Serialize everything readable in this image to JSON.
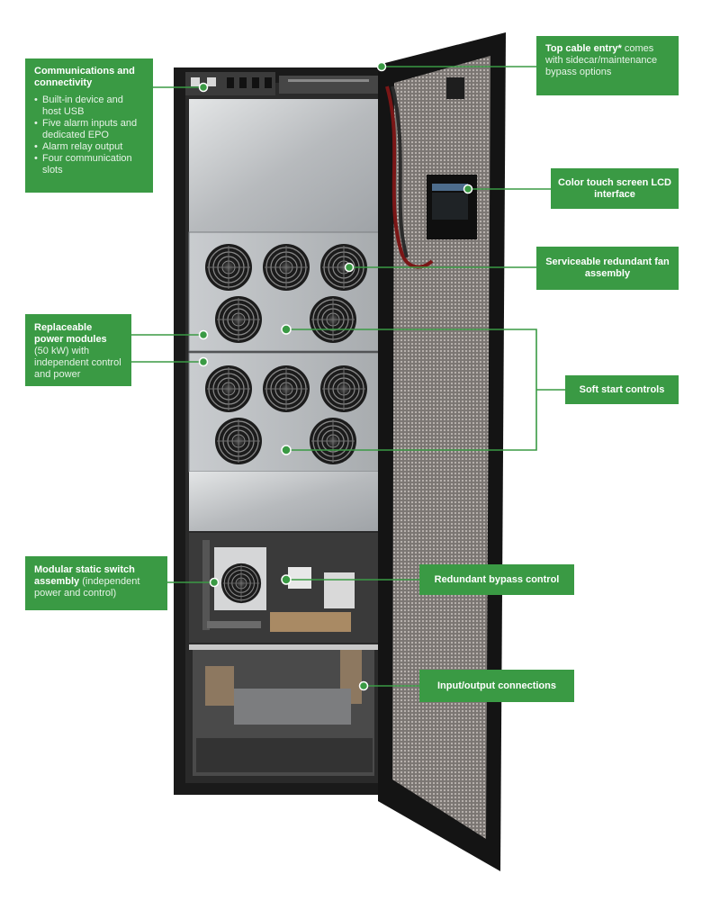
{
  "callouts": {
    "communications": {
      "title": "Communications and connectivity",
      "bullets": [
        "Built-in device and host USB",
        "Five alarm inputs and dedicated EPO",
        "Alarm relay output",
        "Four communication slots"
      ]
    },
    "top_cable": {
      "title": "Top cable entry*",
      "desc": "comes with sidecar/maintenance bypass options"
    },
    "touch_screen": {
      "title": "Color touch screen LCD interface"
    },
    "fan_assembly": {
      "title": "Serviceable redundant fan assembly"
    },
    "power_modules": {
      "title": "Replaceable power modules",
      "desc_a": "(50 kW)",
      "desc_b": "with independent control and power"
    },
    "soft_start": {
      "title": "Soft start controls"
    },
    "static_switch": {
      "title": "Modular static switch assembly",
      "desc": "(independent power and control)"
    },
    "bypass_control": {
      "title": "Redundant bypass control"
    },
    "io_connections": {
      "title": "Input/output connections"
    }
  },
  "colors": {
    "callout_green": "#3a9a44",
    "cabinet_black": "#1a1a1a",
    "panel_steel": "#b9bcbf",
    "door_mesh": "#8a8583"
  }
}
